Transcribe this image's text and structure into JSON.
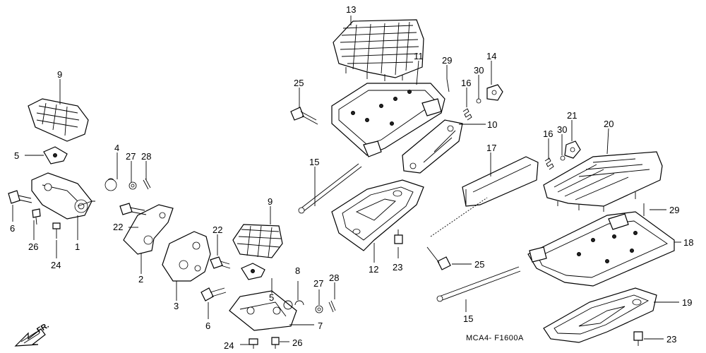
{
  "diagram": {
    "code": "MCA4- F1600A",
    "direction": "FR.",
    "callouts": [
      {
        "id": "c-13a",
        "label": "13"
      },
      {
        "id": "c-11",
        "label": "11"
      },
      {
        "id": "c-29a",
        "label": "29"
      },
      {
        "id": "c-14",
        "label": "14"
      },
      {
        "id": "c-30a",
        "label": "30"
      },
      {
        "id": "c-16a",
        "label": "16"
      },
      {
        "id": "c-9a",
        "label": "9"
      },
      {
        "id": "c-25a",
        "label": "25"
      },
      {
        "id": "c-10",
        "label": "10"
      },
      {
        "id": "c-21",
        "label": "21"
      },
      {
        "id": "c-20",
        "label": "20"
      },
      {
        "id": "c-16b",
        "label": "16"
      },
      {
        "id": "c-30b",
        "label": "30"
      },
      {
        "id": "c-5a",
        "label": "5"
      },
      {
        "id": "c-4",
        "label": "4"
      },
      {
        "id": "c-27a",
        "label": "27"
      },
      {
        "id": "c-28a",
        "label": "28"
      },
      {
        "id": "c-17",
        "label": "17"
      },
      {
        "id": "c-15a",
        "label": "15"
      },
      {
        "id": "c-9b",
        "label": "9"
      },
      {
        "id": "c-29b",
        "label": "29"
      },
      {
        "id": "c-18",
        "label": "18"
      },
      {
        "id": "c-6a",
        "label": "6"
      },
      {
        "id": "c-22a",
        "label": "22"
      },
      {
        "id": "c-22b",
        "label": "22"
      },
      {
        "id": "c-26a",
        "label": "26"
      },
      {
        "id": "c-1",
        "label": "1"
      },
      {
        "id": "c-24a",
        "label": "24"
      },
      {
        "id": "c-2",
        "label": "2"
      },
      {
        "id": "c-12",
        "label": "12"
      },
      {
        "id": "c-23a",
        "label": "23"
      },
      {
        "id": "c-25b",
        "label": "25"
      },
      {
        "id": "c-8",
        "label": "8"
      },
      {
        "id": "c-27b",
        "label": "27"
      },
      {
        "id": "c-28b",
        "label": "28"
      },
      {
        "id": "c-5b",
        "label": "5"
      },
      {
        "id": "c-3",
        "label": "3"
      },
      {
        "id": "c-6b",
        "label": "6"
      },
      {
        "id": "c-7",
        "label": "7"
      },
      {
        "id": "c-15b",
        "label": "15"
      },
      {
        "id": "c-19",
        "label": "19"
      },
      {
        "id": "c-24b",
        "label": "24"
      },
      {
        "id": "c-26b",
        "label": "26"
      },
      {
        "id": "c-23b",
        "label": "23"
      }
    ]
  }
}
